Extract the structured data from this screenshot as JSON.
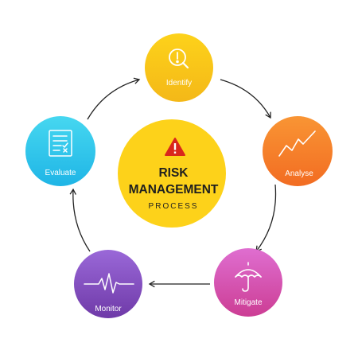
{
  "center": {
    "line1": "RISK",
    "line2": "MANAGEMENT",
    "line3": "PROCESS",
    "icon": "warning-triangle-icon",
    "color": "#fdd21a"
  },
  "steps": [
    {
      "label": "Identify",
      "icon": "exclamation-search-icon",
      "color_top": "#fdd21a",
      "color_bottom": "#f4b818"
    },
    {
      "label": "Analyse",
      "icon": "trend-line-icon",
      "color_top": "#f99534",
      "color_bottom": "#f26c22"
    },
    {
      "label": "Mitigate",
      "icon": "umbrella-icon",
      "color_top": "#df6ed0",
      "color_bottom": "#cc3d94"
    },
    {
      "label": "Monitor",
      "icon": "heartbeat-icon",
      "color_top": "#9a68d8",
      "color_bottom": "#6f3aa8"
    },
    {
      "label": "Evaluate",
      "icon": "checklist-icon",
      "color_top": "#46d7f0",
      "color_bottom": "#1fb5e6"
    }
  ],
  "arrow_color": "#222222"
}
